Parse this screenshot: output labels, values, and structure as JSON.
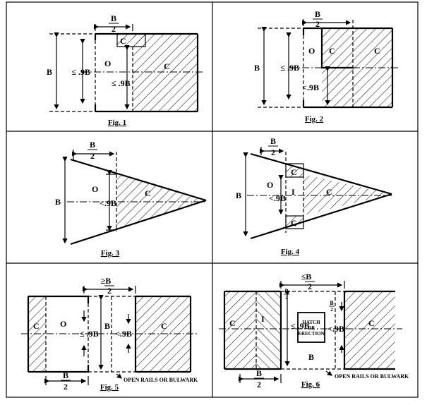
{
  "figures": [
    {
      "caption": "Fig. 1",
      "half_beam": "B",
      "half_den": "2",
      "beam": "B",
      "limit": "≤ .9B",
      "limit2": "≤ .9B",
      "open": "O",
      "cov": "C",
      "cov2": "C"
    },
    {
      "caption": "Fig. 2",
      "half_beam": "B",
      "half_den": "2",
      "beam": "B",
      "limit": "≤ .9B",
      "limit2": "<.9B",
      "open": "O",
      "cov": "C",
      "cov2": "C"
    },
    {
      "caption": "Fig. 3",
      "half_beam": "B",
      "half_den": "2",
      "beam": "B",
      "limit": "<.9B",
      "open": "O",
      "cov": "C"
    },
    {
      "caption": "Fig. 4",
      "half_beam": "B",
      "half_den": "2",
      "beam": "B",
      "limit": "<.9B",
      "open": "O",
      "cov": "C",
      "cov2": "C",
      "cov3": "C",
      "inner": "I"
    },
    {
      "caption": "Fig. 5",
      "half_top": "B",
      "half_top_prefix": "≥",
      "half_den": "2",
      "half_bottom": "B",
      "beam": "B",
      "limit": "≤ .9B",
      "limit2": "<.9B",
      "open": "O",
      "cov": "C",
      "cov2": "C",
      "note": "OPEN RAILS OR BULWARK"
    },
    {
      "caption": "Fig. 6",
      "half_top": "B",
      "half_top_prefix": "≤",
      "half_den": "2",
      "half_small": "B",
      "half_bottom": "B",
      "beam": "B",
      "limit": "≤ .9B",
      "limit2": "<.9B",
      "cov": "C",
      "cov2": "C",
      "inner": "I",
      "hatch1": "HATCH",
      "hatch2": "OR",
      "hatch3": "ERECTION",
      "bottom_b": "B",
      "note": "OPEN RAILS OR BULWARK"
    }
  ]
}
